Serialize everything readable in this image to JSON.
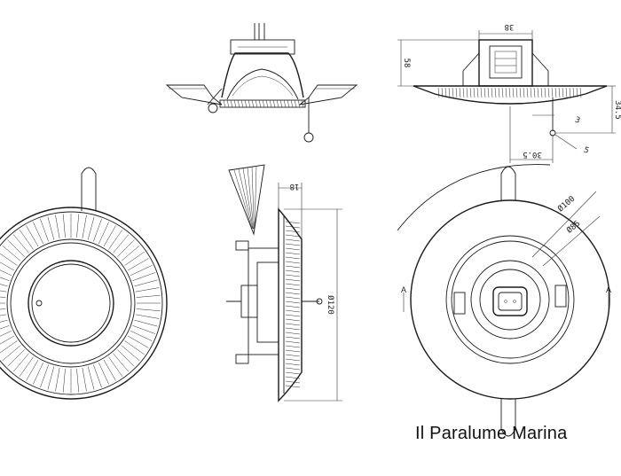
{
  "brand": "Il Paralume Marina",
  "dimensions": {
    "d38": "38",
    "d58": "58",
    "d34_5": "34.5",
    "d3": "3",
    "d5": "5",
    "d30_5": "30.5",
    "d18": "18",
    "d120": "Ø120",
    "d100": "Ø100",
    "d85": "Ø85"
  },
  "section_labels": {
    "a_left": "A",
    "a_right": "A"
  },
  "colors": {
    "line": "#1a1a1a",
    "background": "#ffffff"
  }
}
